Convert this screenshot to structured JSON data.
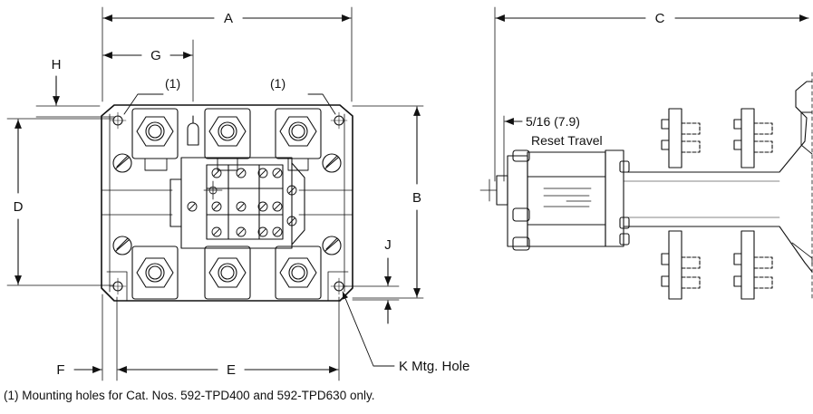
{
  "dimensions": {
    "A": "A",
    "B": "B",
    "C": "C",
    "D": "D",
    "E": "E",
    "F": "F",
    "G": "G",
    "H": "H",
    "J": "J"
  },
  "callouts": {
    "hole_left": "(1)",
    "hole_right": "(1)",
    "mounting_hole": "K Mtg. Hole",
    "reset_dim": "5/16 (7.9)",
    "reset_label": "Reset Travel"
  },
  "footnote": "(1) Mounting holes for Cat. Nos. 592-TPD400 and 592-TPD630 only."
}
